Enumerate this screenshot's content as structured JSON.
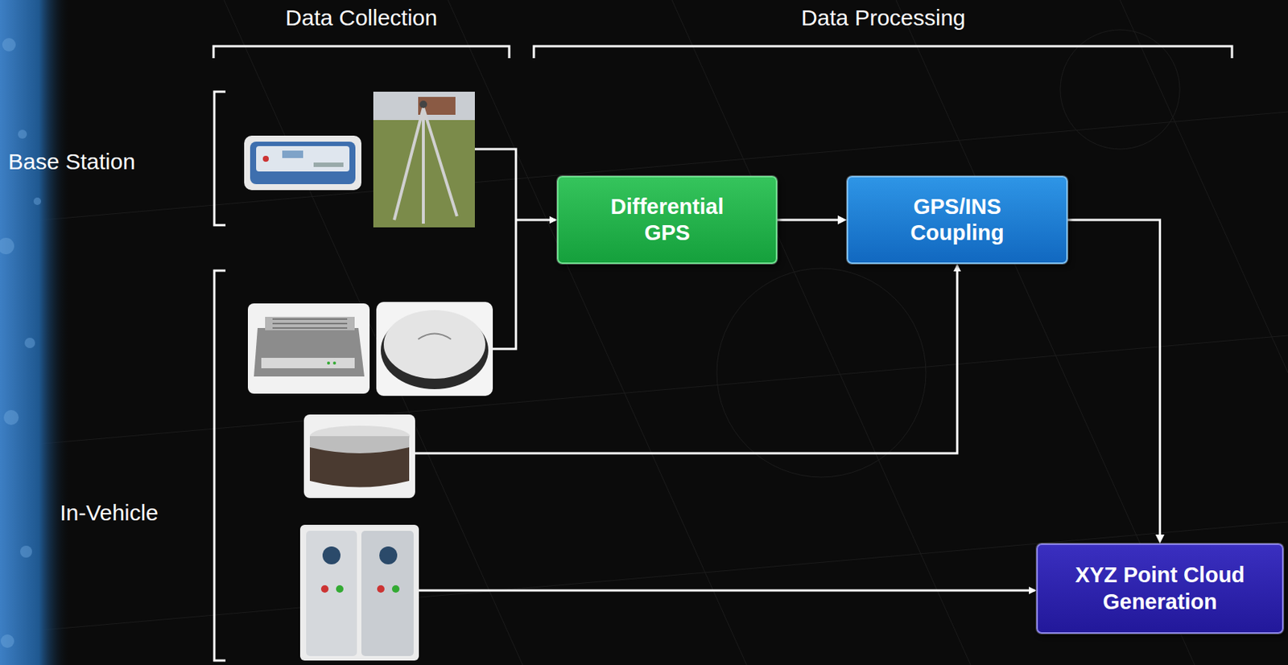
{
  "diagram": {
    "nodes": [
      {
        "text": [
          "Differential GPS"
        ]
      },
      {
        "text": [
          "GPS/INS Coupling"
        ]
      },
      {
        "text": [
          "XYZ Point Cloud Generation"
        ]
      }
    ],
    "edges": [
      {
        "from": 0,
        "to": 1,
        "arrow": "to"
      },
      {
        "from": 1,
        "to": 2,
        "arrow": "to"
      }
    ],
    "labels": [
      "Data Collection",
      "Data Processing",
      "Base Station",
      "In-Vehicle"
    ]
  }
}
